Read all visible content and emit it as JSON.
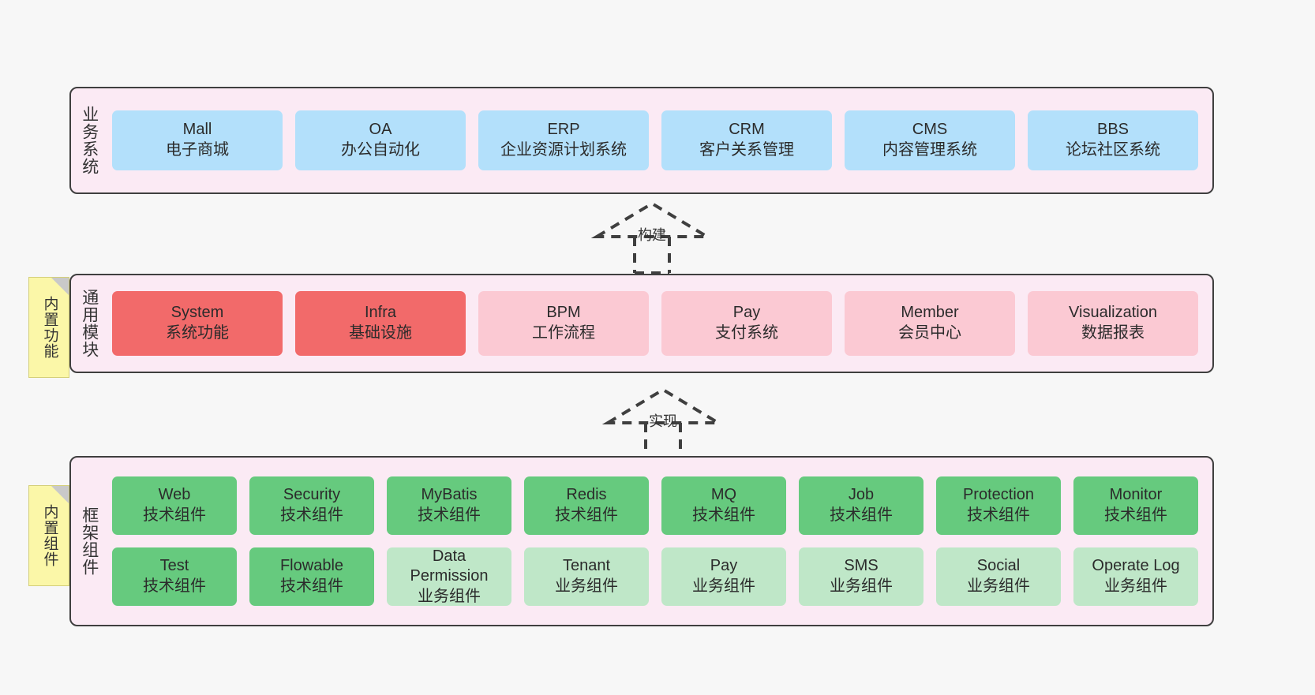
{
  "diagram": {
    "title_hidden": "",
    "background_color": "#f7f7f7",
    "layer_fill": "#fbeaf4",
    "layer_border": "#3f3f3f"
  },
  "layers": [
    {
      "id": "business-system",
      "title": "业务系统",
      "rows": [
        {
          "style": "c-blue",
          "cards": [
            {
              "name": "Mall",
              "desc": "电子商城"
            },
            {
              "name": "OA",
              "desc": "办公自动化"
            },
            {
              "name": "ERP",
              "desc": "企业资源计划系统"
            },
            {
              "name": "CRM",
              "desc": "客户关系管理"
            },
            {
              "name": "CMS",
              "desc": "内容管理系统"
            },
            {
              "name": "BBS",
              "desc": "论坛社区系统"
            }
          ]
        }
      ]
    },
    {
      "id": "common-module",
      "title": "通用模块",
      "rows": [
        {
          "style": "mixed-red",
          "cards": [
            {
              "name": "System",
              "desc": "系统功能",
              "style": "c-red-strong"
            },
            {
              "name": "Infra",
              "desc": "基础设施",
              "style": "c-red-strong"
            },
            {
              "name": "BPM",
              "desc": "工作流程",
              "style": "c-red-light"
            },
            {
              "name": "Pay",
              "desc": "支付系统",
              "style": "c-red-light"
            },
            {
              "name": "Member",
              "desc": "会员中心",
              "style": "c-red-light"
            },
            {
              "name": "Visualization",
              "desc": "数据报表",
              "style": "c-red-light"
            }
          ]
        }
      ]
    },
    {
      "id": "framework-component",
      "title": "框架组件",
      "rows": [
        {
          "style": "tech",
          "cards": [
            {
              "name": "Web",
              "desc": "技术组件",
              "style": "c-green-strong"
            },
            {
              "name": "Security",
              "desc": "技术组件",
              "style": "c-green-strong"
            },
            {
              "name": "MyBatis",
              "desc": "技术组件",
              "style": "c-green-strong"
            },
            {
              "name": "Redis",
              "desc": "技术组件",
              "style": "c-green-strong"
            },
            {
              "name": "MQ",
              "desc": "技术组件",
              "style": "c-green-strong"
            },
            {
              "name": "Job",
              "desc": "技术组件",
              "style": "c-green-strong"
            },
            {
              "name": "Protection",
              "desc": "技术组件",
              "style": "c-green-strong"
            },
            {
              "name": "Monitor",
              "desc": "技术组件",
              "style": "c-green-strong"
            }
          ]
        },
        {
          "style": "business",
          "cards": [
            {
              "name": "Test",
              "desc": "技术组件",
              "style": "c-green-strong"
            },
            {
              "name": "Flowable",
              "desc": "技术组件",
              "style": "c-green-strong"
            },
            {
              "name": "Data Permission",
              "desc": "业务组件",
              "style": "c-green-light"
            },
            {
              "name": "Tenant",
              "desc": "业务组件",
              "style": "c-green-light"
            },
            {
              "name": "Pay",
              "desc": "业务组件",
              "style": "c-green-light"
            },
            {
              "name": "SMS",
              "desc": "业务组件",
              "style": "c-green-light"
            },
            {
              "name": "Social",
              "desc": "业务组件",
              "style": "c-green-light"
            },
            {
              "name": "Operate Log",
              "desc": "业务组件",
              "style": "c-green-light"
            }
          ]
        }
      ]
    }
  ],
  "notes": [
    {
      "id": "builtin-function",
      "text": "内置功能"
    },
    {
      "id": "builtin-component",
      "text": "内置组件"
    }
  ],
  "connectors": [
    {
      "id": "build",
      "label": "构建"
    },
    {
      "id": "implement",
      "label": "实现"
    }
  ],
  "colors": {
    "blue": "#b3e0fb",
    "red_strong": "#f26a6a",
    "red_light": "#fbc9d3",
    "green_strong": "#66ca7e",
    "green_light": "#bfe7c8",
    "note_yellow": "#fbf7a8",
    "panel_pink": "#fbeaf4"
  }
}
